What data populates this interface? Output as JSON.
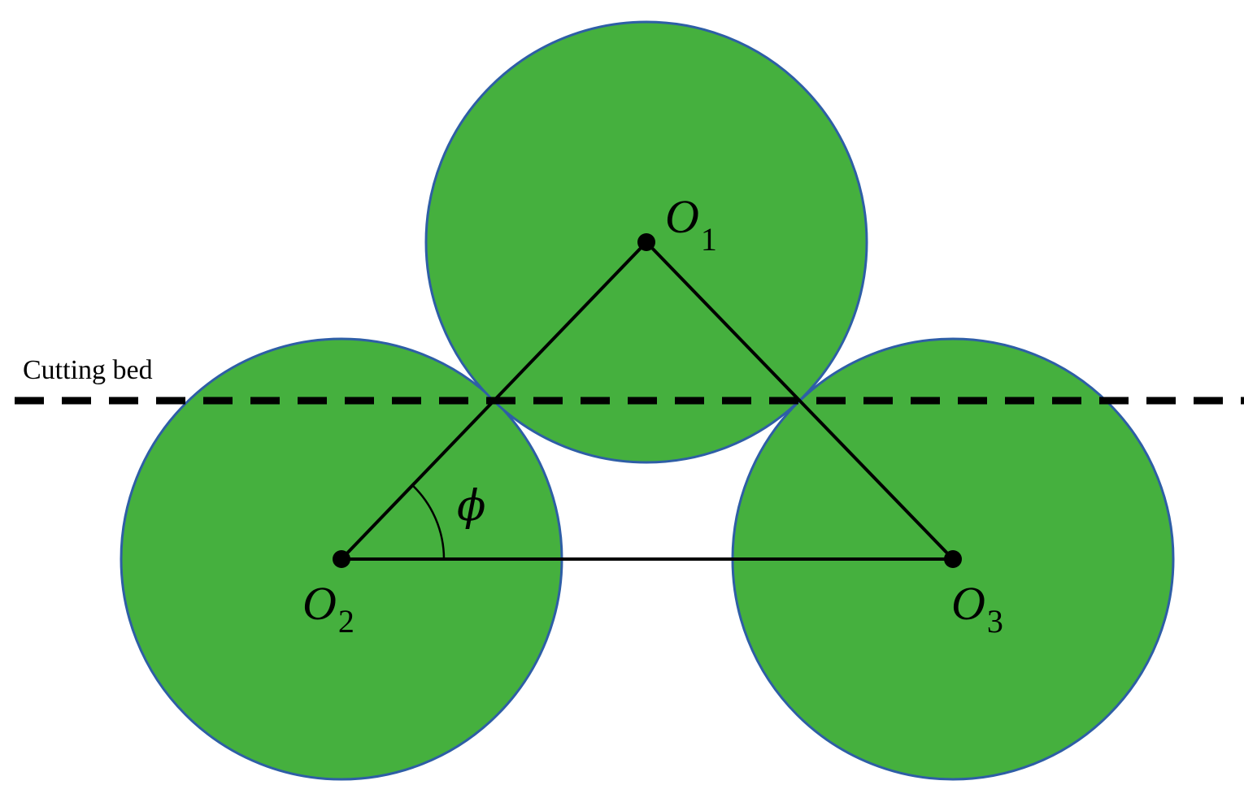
{
  "diagram": {
    "centers": [
      {
        "id": "O1",
        "main": "O",
        "sub": "1"
      },
      {
        "id": "O2",
        "main": "O",
        "sub": "2"
      },
      {
        "id": "O3",
        "main": "O",
        "sub": "3"
      }
    ],
    "angle_label": "ϕ",
    "cutting_bed_label": "Cutting bed",
    "colors": {
      "circle_fill": "#45b03e",
      "circle_stroke": "#2e5ea6",
      "lines": "#000000"
    }
  }
}
